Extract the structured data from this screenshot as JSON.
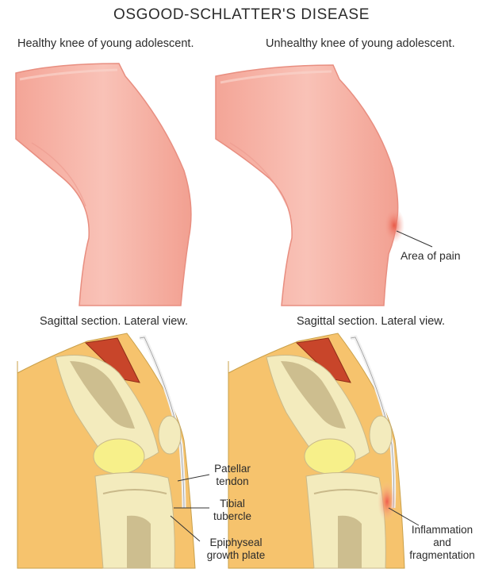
{
  "title": "OSGOOD-SCHLATTER'S DISEASE",
  "panels": {
    "healthy_external": {
      "caption": "Healthy knee of young adolescent."
    },
    "unhealthy_external": {
      "caption": "Unhealthy knee of young adolescent.",
      "callout": "Area of pain"
    },
    "healthy_section": {
      "caption": "Sagittal section. Lateral view.",
      "labels": {
        "patellar_tendon": [
          "Patellar",
          "tendon"
        ],
        "tibial_tubercle": [
          "Tibial",
          "tubercle"
        ],
        "growth_plate": [
          "Epiphyseal",
          "growth plate"
        ]
      }
    },
    "unhealthy_section": {
      "caption": "Sagittal section. Lateral view.",
      "labels": {
        "inflammation": [
          "Inflammation",
          "and",
          "fragmentation"
        ]
      }
    }
  },
  "colors": {
    "skin": "#f6b0a4",
    "skin_edge": "#e88e80",
    "flesh": "#f6c36d",
    "bone": "#f3ebbd",
    "marrow": "#c9b98a",
    "cartilage": "#f7f08a",
    "muscle": "#c8452a",
    "inflamed": "#f0574a"
  }
}
